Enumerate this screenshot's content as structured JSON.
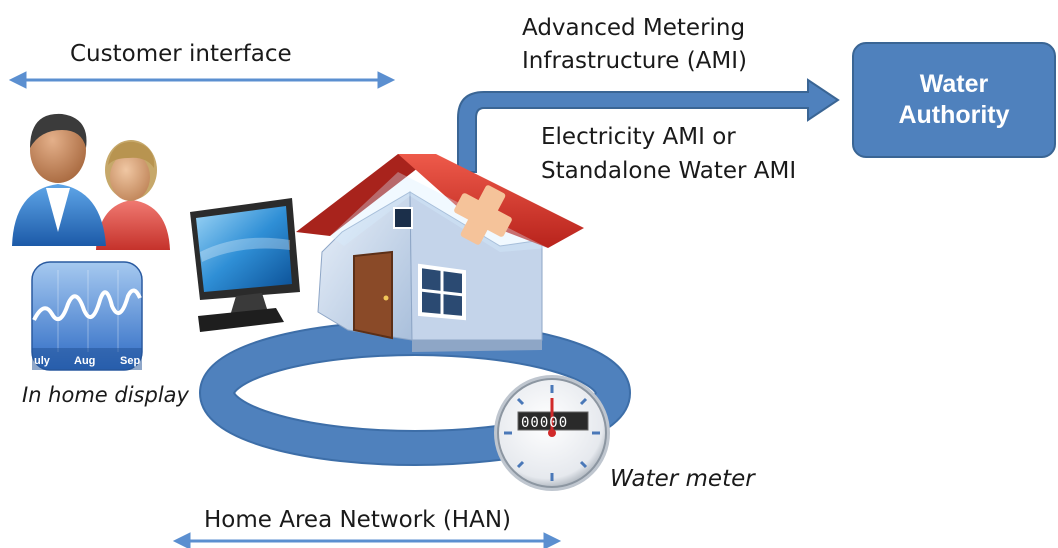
{
  "labels": {
    "customer_interface": "Customer interface",
    "ami_line1": "Advanced Metering",
    "ami_line2": "Infrastructure (AMI)",
    "electricity_line1": "Electricity AMI or",
    "electricity_line2": "Standalone Water AMI",
    "in_home_display": "In home display",
    "water_meter": "Water meter",
    "han": "Home Area Network (HAN)"
  },
  "water_authority": {
    "line1": "Water",
    "line2": "Authority"
  },
  "display_months": [
    "uly",
    "Aug",
    "Sep"
  ],
  "meter_digits": "00000",
  "colors": {
    "flow_blue": "#4f81bd",
    "arrow_blue": "#5b8fd0",
    "roof_red": "#d9322a",
    "house_wall": "#cfdcee",
    "door_brown": "#8a4a28"
  },
  "icons": [
    "people-icon",
    "in-home-display-icon",
    "computer-monitor-icon",
    "house-icon",
    "water-meter-icon"
  ]
}
